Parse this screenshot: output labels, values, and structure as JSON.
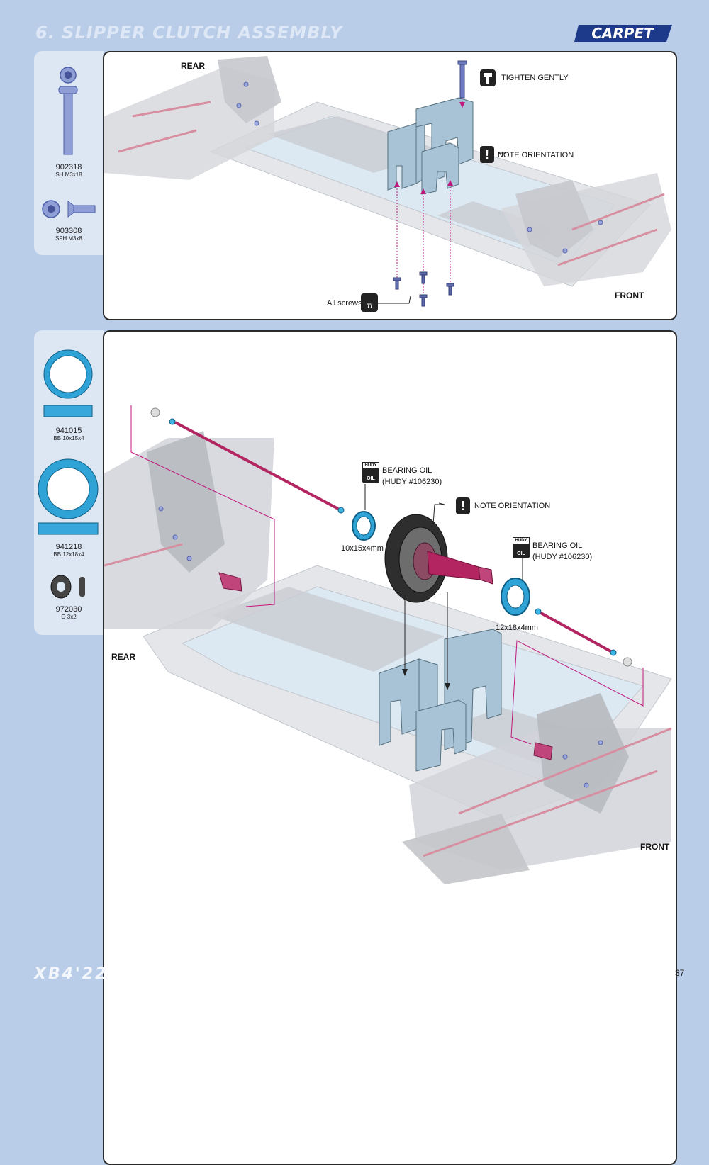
{
  "header": {
    "title": "6. SLIPPER CLUTCH ASSEMBLY",
    "badge": "CARPET"
  },
  "parts_top": [
    {
      "code": "902318",
      "desc": "SH M3x18"
    },
    {
      "code": "903308",
      "desc": "SFH M3x8"
    }
  ],
  "parts_bottom": [
    {
      "code": "941015",
      "desc": "BB 10x15x4"
    },
    {
      "code": "941218",
      "desc": "BB 12x18x4"
    },
    {
      "code": "972030",
      "desc": "O 3x2"
    }
  ],
  "step1": {
    "rear": "REAR",
    "front": "FRONT",
    "tighten": "TIGHTEN GENTLY",
    "note": "NOTE ORIENTATION",
    "all_screws": "All screws",
    "tl_icon": "TL"
  },
  "step2": {
    "rear": "REAR",
    "front": "FRONT",
    "oil1_line1": "BEARING OIL",
    "oil1_line2": "(HUDY #106230)",
    "oil2_line1": "BEARING OIL",
    "oil2_line2": "(HUDY #106230)",
    "note": "NOTE ORIENTATION",
    "bearing_small": "10x15x4mm",
    "bearing_large": "12x18x4mm",
    "hudy": "HUDY",
    "oil": "OIL"
  },
  "footer": {
    "model": "XB4'22",
    "page": "37"
  }
}
